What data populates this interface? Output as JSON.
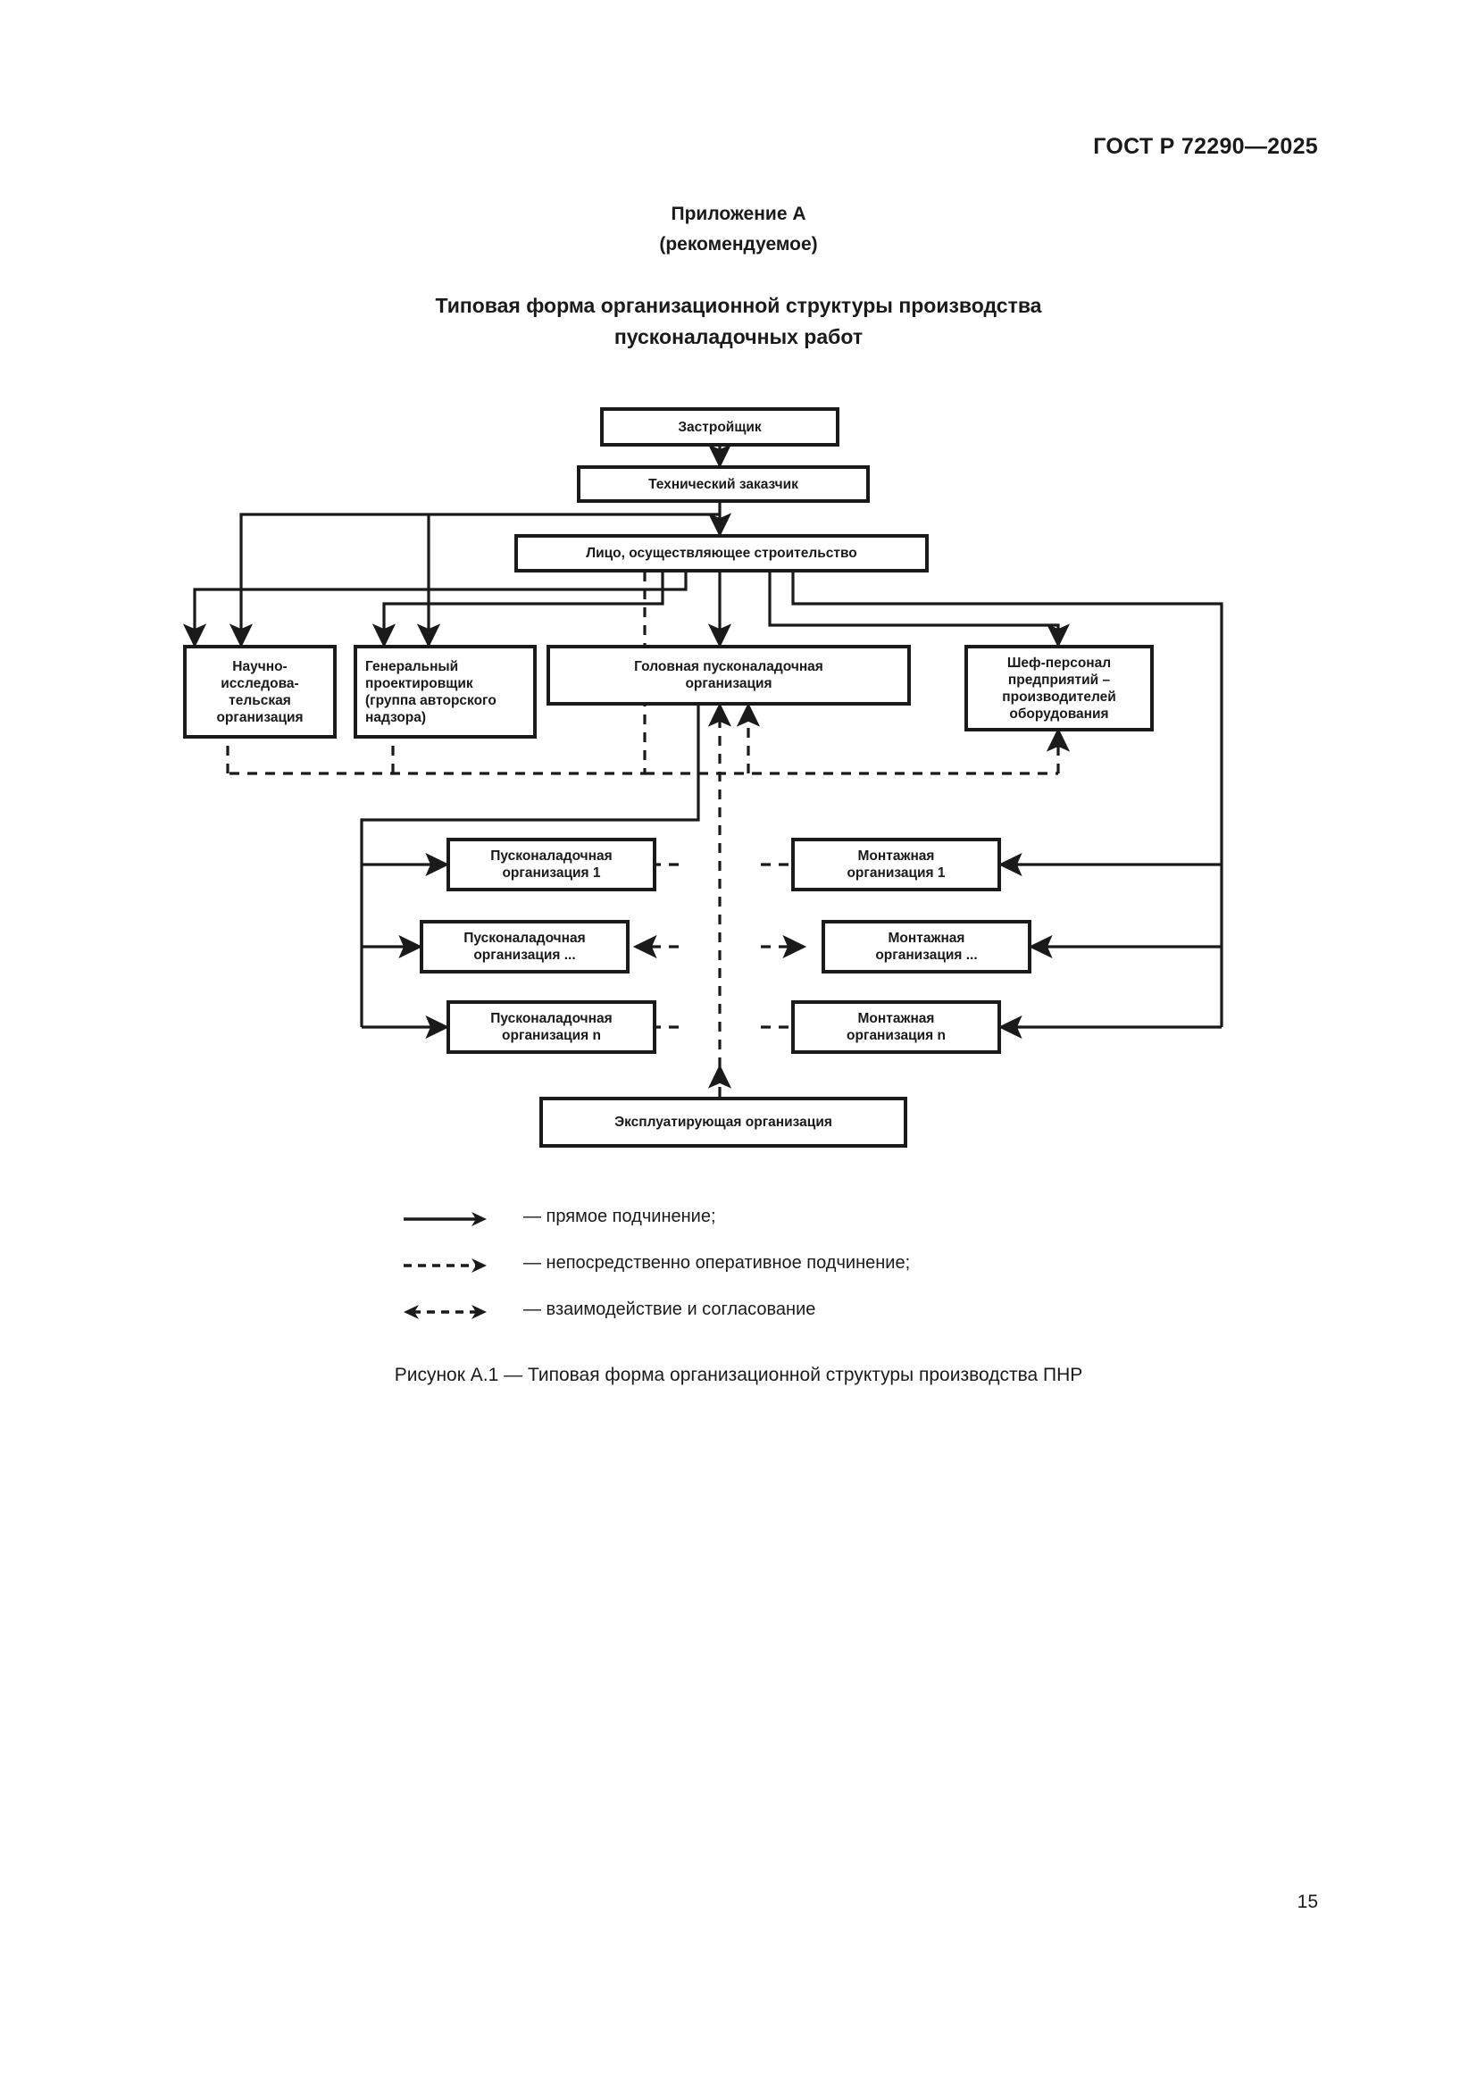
{
  "header": {
    "standard_id": "ГОСТ Р 72290—2025"
  },
  "annex": {
    "line1": "Приложение А",
    "line2": "(рекомендуемое)"
  },
  "title": {
    "line1": "Типовая форма организационной структуры производства",
    "line2": "пусконаладочных работ"
  },
  "caption": "Рисунок А.1 — Типовая форма организационной структуры производства ПНР",
  "page_number": "15",
  "chart_data": {
    "type": "diagram",
    "title": "Типовая форма организационной структуры производства пусконаладочных работ",
    "nodes": [
      {
        "id": "zastroyshchik",
        "label": "Застройщик"
      },
      {
        "id": "tekh-zakazchik",
        "label": "Технический заказчик"
      },
      {
        "id": "litso-stroitelstvo",
        "label": "Лицо, осуществляющее строительство"
      },
      {
        "id": "nii",
        "label": "Научно-\nисследова-\nтельская\nорганизация"
      },
      {
        "id": "genproektirovshchik",
        "label": "Генеральный\nпроектировщик\n(группа авторского\nнадзора)"
      },
      {
        "id": "golovnaya-pnr",
        "label": "Головная пусконаладочная\nорганизация"
      },
      {
        "id": "shef-personal",
        "label": "Шеф-персонал\nпредприятий –\nпроизводителей\nоборудования"
      },
      {
        "id": "pnr-1",
        "label": "Пусконаладочная\nорганизация 1"
      },
      {
        "id": "pnr-dots",
        "label": "Пусконаладочная\nорганизация ..."
      },
      {
        "id": "pnr-n",
        "label": "Пусконаладочная\nорганизация n"
      },
      {
        "id": "montazh-1",
        "label": "Монтажная\nорганизация 1"
      },
      {
        "id": "montazh-dots",
        "label": "Монтажная\nорганизация ..."
      },
      {
        "id": "montazh-n",
        "label": "Монтажная\nорганизация n"
      },
      {
        "id": "ekspluatiruyushchaya",
        "label": "Эксплуатирующая организация"
      }
    ],
    "legend": [
      {
        "glyph": "solid-arrow",
        "label": "— прямое подчинение;"
      },
      {
        "glyph": "dashed-arrow",
        "label": "— непосредственно оперативное подчинение;"
      },
      {
        "glyph": "dashed-double-arrow",
        "label": "— взаимодействие и согласование"
      }
    ],
    "colors": {
      "line": "#1a1a1a",
      "box_fill": "#ffffff",
      "text": "#1a1a1a"
    }
  }
}
